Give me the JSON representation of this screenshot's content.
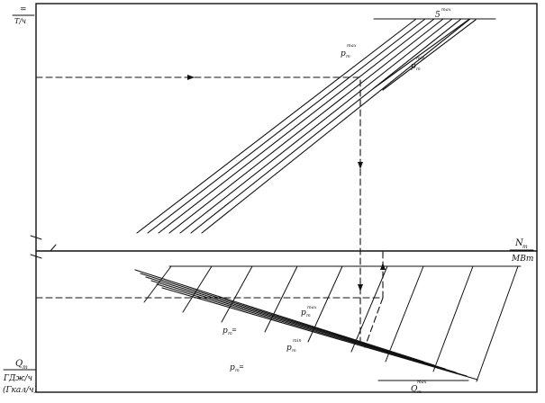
{
  "top_axis_label": {
    "numer": "=",
    "denom": "T/ч"
  },
  "bottom_axis_label": {
    "numer": "Q",
    "numer_sub": "т",
    "lines": [
      "ГДж/ч",
      "(Гкал/ч)"
    ]
  },
  "x_axis_label": {
    "numer": "N",
    "numer_sub": "т",
    "denom": "МВт"
  },
  "curve_labels": {
    "top_left": {
      "main": "p",
      "sub": "т",
      "sup": "max"
    },
    "top_right": {
      "main": "p",
      "sub": "т",
      "sup": "min"
    },
    "top_end": {
      "main": "5",
      "sup": "max"
    },
    "bottom_a": {
      "main": "p",
      "sub": "т",
      "tail": "="
    },
    "bottom_b": {
      "main": "p",
      "sub": "т",
      "tail": "="
    },
    "bottom_c": {
      "main": "p",
      "sub": "т",
      "sup": "max"
    },
    "bottom_d": {
      "main": "p",
      "sub": "т",
      "sup": "min"
    },
    "bottom_end": {
      "main": "Q",
      "sub": "т",
      "sup": "max"
    }
  },
  "colors": {
    "ink": "#111111",
    "paper": "#ffffff"
  }
}
